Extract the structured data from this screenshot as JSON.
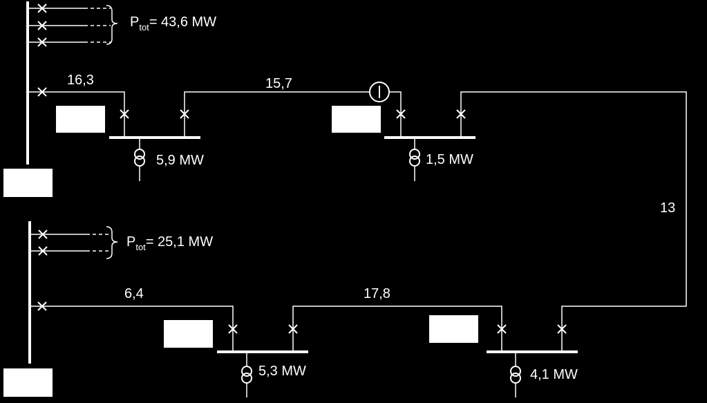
{
  "colors": {
    "background": "#000000",
    "line": "#ffffff",
    "box": "#ffffff"
  },
  "feeders": {
    "top": {
      "p_label": "P",
      "p_sub": "tot",
      "p_value": "= 43,6 MW"
    },
    "bottom": {
      "p_label": "P",
      "p_sub": "tot",
      "p_value": "= 25,1 MW"
    }
  },
  "lines": {
    "top_left": "16,3",
    "top_middle": "15,7",
    "right_vertical": "13",
    "bottom_left": "6,4",
    "bottom_middle": "17,8"
  },
  "loads": {
    "sub_a": "5,9 MW",
    "sub_b": "1,5 MW",
    "sub_c": "5,3 MW",
    "sub_d": "4,1 MW"
  },
  "icons": [
    "breaker-icon",
    "transformer-icon",
    "meter-icon"
  ]
}
